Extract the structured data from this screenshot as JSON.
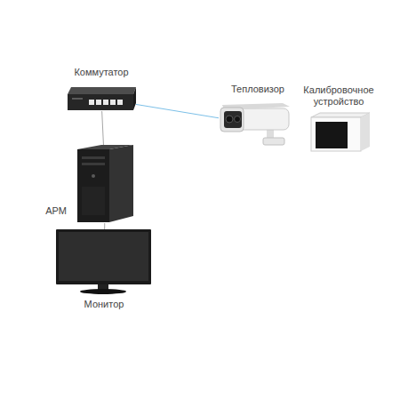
{
  "diagram": {
    "nodes": [
      {
        "text": [
          "Коммутатор"
        ]
      },
      {
        "text": [
          "Тепловизор"
        ]
      },
      {
        "text": [
          "Калибровочное устройство"
        ]
      },
      {
        "text": [
          "АРМ"
        ]
      },
      {
        "text": [
          "Монитор"
        ]
      }
    ],
    "edges": [
      {
        "from": 0,
        "to": 1,
        "arrow": "none"
      },
      {
        "from": 0,
        "to": 3,
        "arrow": "none"
      },
      {
        "from": 3,
        "to": 4,
        "arrow": "none"
      }
    ]
  }
}
